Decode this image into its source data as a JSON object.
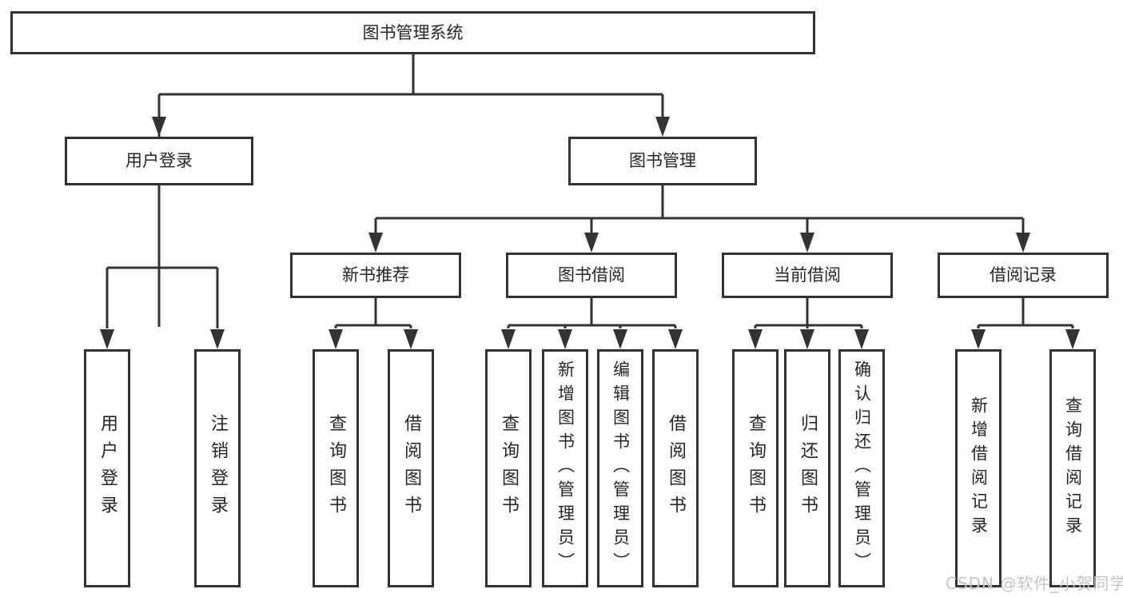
{
  "root": {
    "label": "图书管理系统"
  },
  "branches": [
    {
      "label": "用户登录",
      "children": [
        {
          "label": "用户登录"
        },
        {
          "label": "注销登录"
        }
      ]
    },
    {
      "label": "图书管理",
      "children": [
        {
          "label": "新书推荐",
          "children": [
            {
              "label": "查询图书"
            },
            {
              "label": "借阅图书"
            }
          ]
        },
        {
          "label": "图书借阅",
          "children": [
            {
              "label": "查询图书"
            },
            {
              "label": "新增图书（管理员）"
            },
            {
              "label": "编辑图书（管理员）"
            },
            {
              "label": "借阅图书"
            }
          ]
        },
        {
          "label": "当前借阅",
          "children": [
            {
              "label": "查询图书"
            },
            {
              "label": "归还图书"
            },
            {
              "label": "确认归还（管理员）"
            }
          ]
        },
        {
          "label": "借阅记录",
          "children": [
            {
              "label": "新增借阅记录"
            },
            {
              "label": "查询借阅记录"
            }
          ]
        }
      ]
    }
  ],
  "watermark": {
    "text": "CSDN @软件_小贺同学"
  },
  "colors": {
    "line": "#333333",
    "text": "#262626",
    "background": "#ffffff",
    "watermark": "#c4c4c4"
  }
}
